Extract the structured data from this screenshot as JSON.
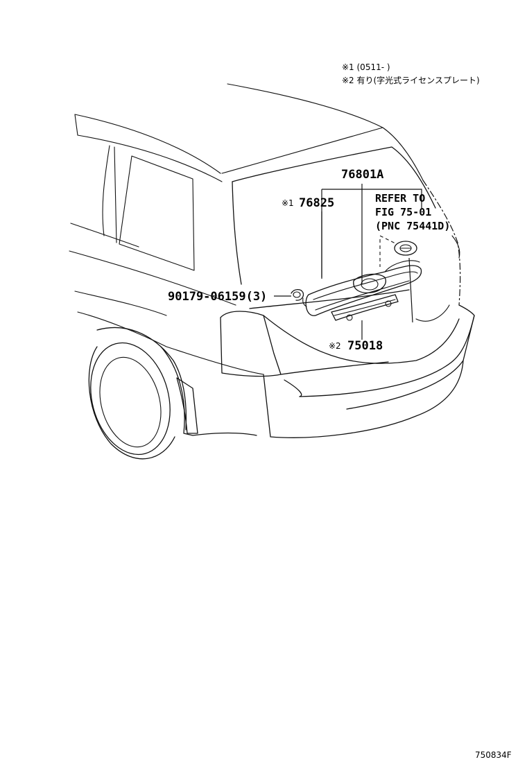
{
  "legend": {
    "note1": "※1 (0511-        )",
    "note2": "※2 有り(字光式ライセンスプレート)"
  },
  "parts": {
    "assembly": "76801A",
    "garnish_mark": "※1",
    "garnish": "76825",
    "refer_line1": "REFER TO",
    "refer_line2": "FIG 75-01",
    "refer_line3": "(PNC 75441D)",
    "clip": "90179-06159(3)",
    "plate_mark": "※2",
    "plate_lamp": "75018"
  },
  "figure_code": "750834F"
}
